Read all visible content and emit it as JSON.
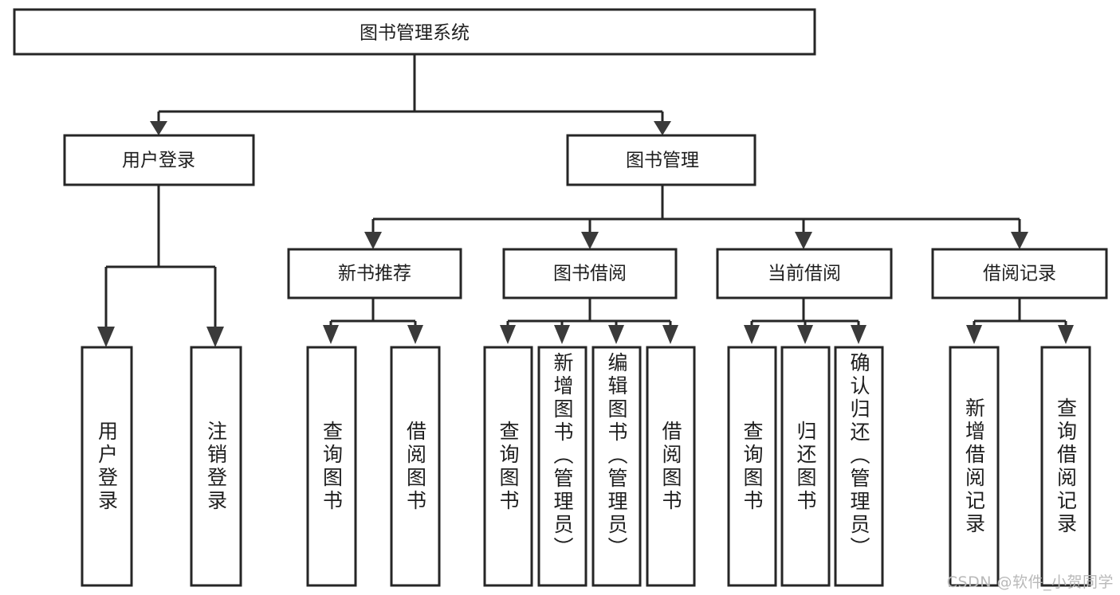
{
  "diagram": {
    "title": "图书管理系统",
    "type": "tree",
    "orientation": "top-down",
    "colors": {
      "box_stroke": "#262626",
      "box_fill": "#ffffff",
      "edge": "#262626",
      "arrow": "#3a3a3a",
      "text": "#1e1e1e",
      "watermark": "#b9b9b9",
      "background": "#ffffff"
    },
    "root": {
      "label": "图书管理系统"
    },
    "level2": [
      {
        "label": "用户登录"
      },
      {
        "label": "图书管理"
      }
    ],
    "level3": [
      {
        "label": "新书推荐"
      },
      {
        "label": "图书借阅"
      },
      {
        "label": "当前借阅"
      },
      {
        "label": "借阅记录"
      }
    ],
    "leaves": {
      "user_login": [
        {
          "label": "用户登录"
        },
        {
          "label": "注销登录"
        }
      ],
      "new_book": [
        {
          "label": "查询图书"
        },
        {
          "label": "借阅图书"
        }
      ],
      "book_borrow": [
        {
          "label": "查询图书"
        },
        {
          "label": "新增图书（管理员）"
        },
        {
          "label": "编辑图书（管理员）"
        },
        {
          "label": "借阅图书"
        }
      ],
      "current_borrow": [
        {
          "label": "查询图书"
        },
        {
          "label": "归还图书"
        },
        {
          "label": "确认归还（管理员）"
        }
      ],
      "borrow_record": [
        {
          "label": "新增借阅记录"
        },
        {
          "label": "查询借阅记录"
        }
      ]
    },
    "watermark": "CSDN @软件_小贺同学"
  }
}
